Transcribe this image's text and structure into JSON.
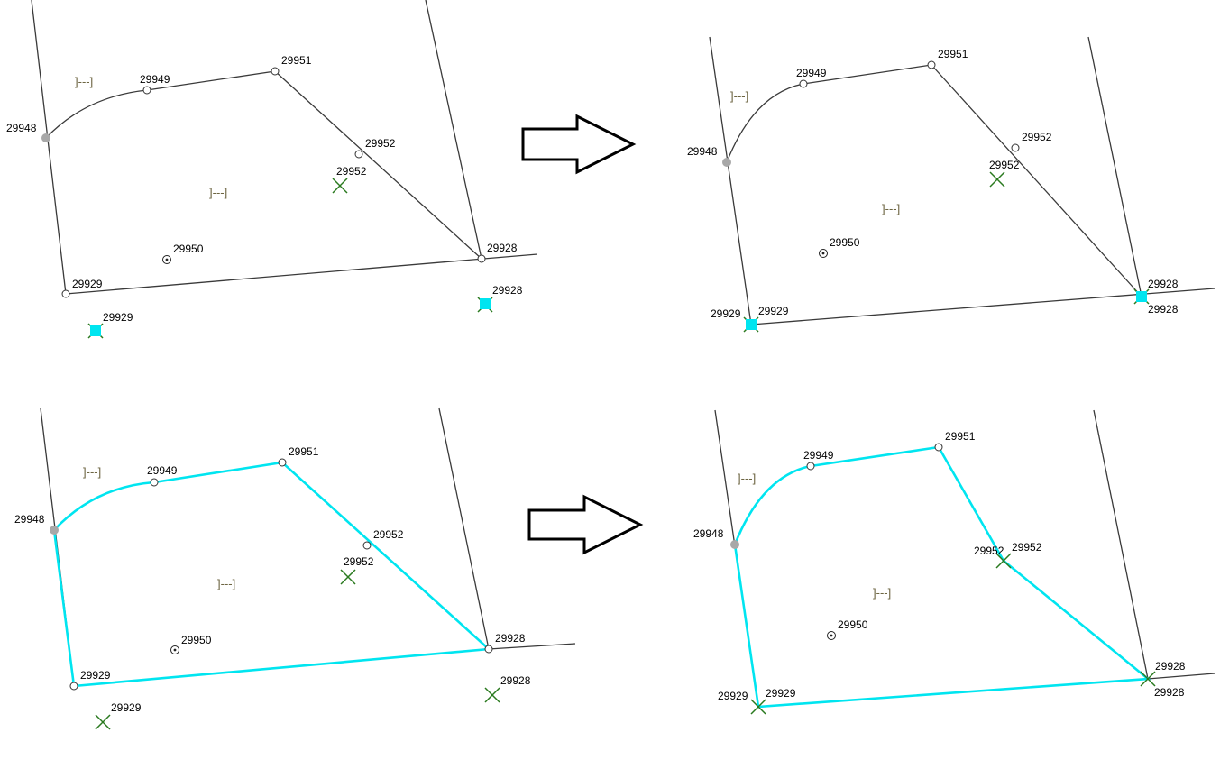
{
  "colors": {
    "boundary_line": "#3a3a3a",
    "selection": "#00e5f0",
    "snap_marker": "#2a7a1f",
    "parcel_label": "#6d6542"
  },
  "icons": {
    "open_vertex": "open-circle",
    "grey_vertex": "filled-grey-circle",
    "centroid": "dotted-circle",
    "snap_point": "green-x",
    "highlight_point": "cyan-square",
    "transition_arrow": "right-arrow"
  },
  "panels": {
    "top_left": {
      "parcel_labels": [
        "]---]",
        "]---]"
      ],
      "vertex_labels": {
        "v29948": "29948",
        "v29949": "29949",
        "v29951": "29951",
        "v29952": "29952",
        "v29928": "29928",
        "v29929": "29929",
        "v29950": "29950"
      },
      "point_labels": {
        "p29952": "29952",
        "p29928": "29928",
        "p29929": "29929"
      }
    },
    "top_right": {
      "parcel_labels": [
        "]---]",
        "]---]"
      ],
      "vertex_labels": {
        "v29948": "29948",
        "v29949": "29949",
        "v29951": "29951",
        "v29952": "29952",
        "v29928": "29928",
        "v29929": "29929",
        "v29950": "29950"
      },
      "point_labels": {
        "p29952": "29952",
        "p29928": "29928",
        "p29929": "29929"
      }
    },
    "bottom_left": {
      "parcel_labels": [
        "]---]",
        "]---]"
      ],
      "vertex_labels": {
        "v29948": "29948",
        "v29949": "29949",
        "v29951": "29951",
        "v29952": "29952",
        "v29928": "29928",
        "v29929": "29929",
        "v29950": "29950"
      },
      "point_labels": {
        "p29952": "29952",
        "p29928": "29928",
        "p29929": "29929"
      }
    },
    "bottom_right": {
      "parcel_labels": [
        "]---]",
        "]---]"
      ],
      "vertex_labels": {
        "v29948": "29948",
        "v29949": "29949",
        "v29951": "29951",
        "v29952": "29952",
        "v29928": "29928",
        "v29929": "29929",
        "v29950": "29950"
      },
      "point_labels": {
        "p29952": "29952",
        "p29928": "29928",
        "p29929": "29929"
      }
    }
  }
}
